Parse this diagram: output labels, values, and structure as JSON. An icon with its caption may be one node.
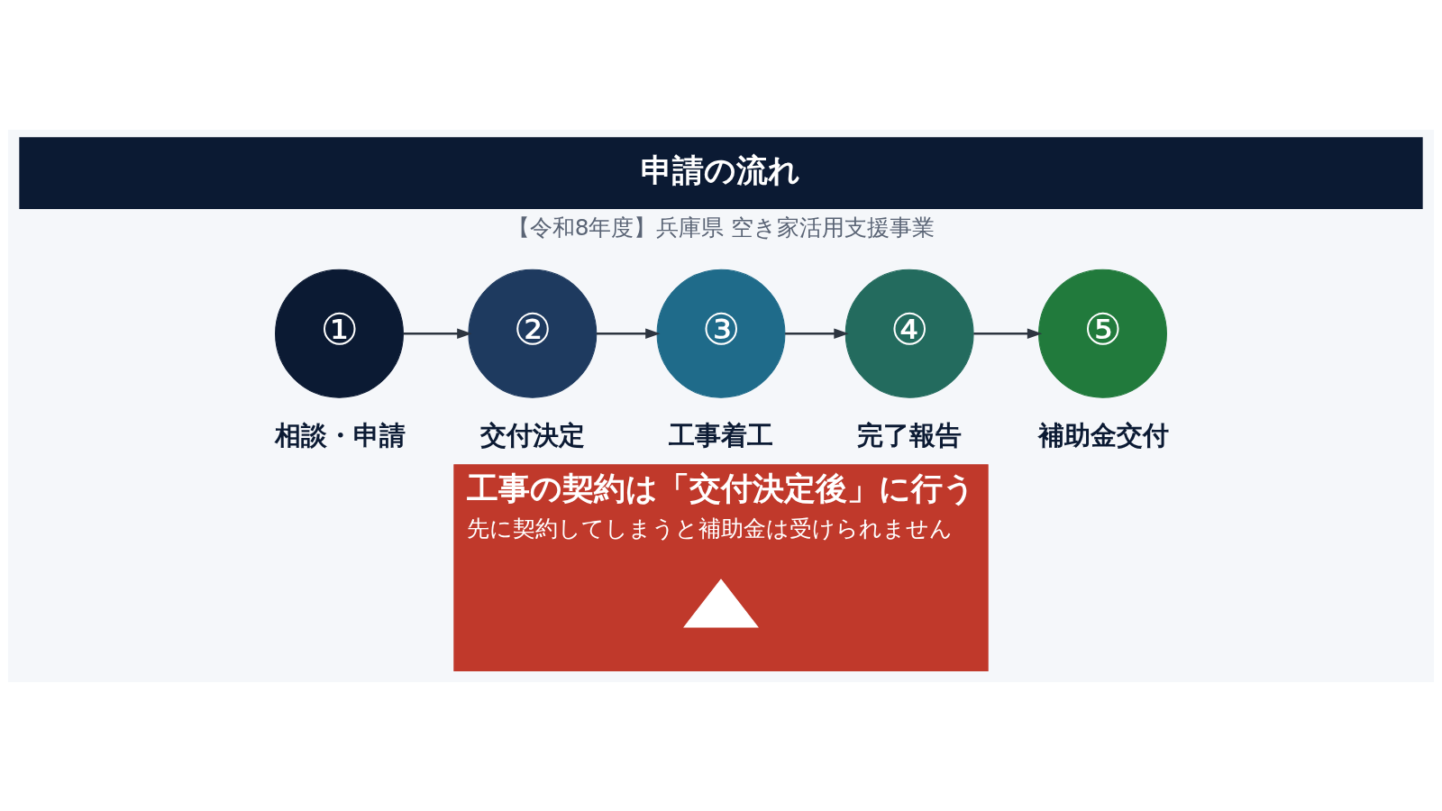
{
  "diagram": {
    "title": "申請の流れ",
    "nodes": [
      {
        "text": [
          "①"
        ],
        "beside": [
          "相談・申請"
        ]
      },
      {
        "text": [
          "②"
        ],
        "beside": [
          "交付決定"
        ]
      },
      {
        "text": [
          "③"
        ],
        "beside": [
          "工事着工"
        ]
      },
      {
        "text": [
          "④"
        ],
        "beside": [
          "完了報告"
        ]
      },
      {
        "text": [
          "⑤"
        ],
        "beside": [
          "補助金交付"
        ]
      },
      {
        "text": [
          "工事の契約は「交付決定後」に行う",
          "先に契約してしまうと補助金は受けられません"
        ]
      },
      {
        "text": [],
        "shape": "triangle",
        "in": 5
      }
    ],
    "edges": [
      {
        "from": 0,
        "to": 1,
        "arrow": "to"
      },
      {
        "from": 1,
        "to": 2,
        "arrow": "to"
      },
      {
        "from": 2,
        "to": 3,
        "arrow": "to"
      },
      {
        "from": 3,
        "to": 4,
        "arrow": "to"
      }
    ],
    "labels": [
      "【令和8年度】兵庫県 空き家活用支援事業"
    ]
  }
}
